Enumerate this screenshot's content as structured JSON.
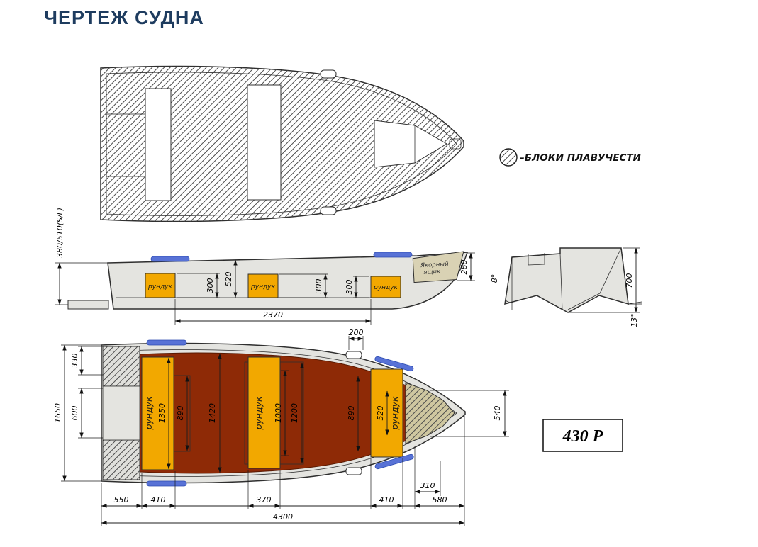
{
  "page": {
    "title": "ЧЕРТЕЖ СУДНА"
  },
  "legend": {
    "label": "–БЛОКИ ПЛАВУЧЕСТИ"
  },
  "badge": {
    "model": "430 Р"
  },
  "colors": {
    "title": "#1e3c5f",
    "deck_red": "#8e2a06",
    "locker_orange": "#f2a800",
    "handle_blue": "#5872d6",
    "anchor_beige": "#d9d2b4",
    "hull_gray": "#e4e4e0"
  },
  "top_view": {
    "transom_height": "380/510(S/L)"
  },
  "side_view": {
    "lockers": [
      "рундук",
      "рундук",
      "рундук"
    ],
    "anchor_box": {
      "line1": "Якорный",
      "line2": "ящик"
    },
    "dims": {
      "locker1_h": "300",
      "cockpit_depth": "520",
      "locker2_h": "300",
      "locker3_h": "300",
      "anchor_h": "260",
      "cockpit_len": "2370"
    }
  },
  "transom_view": {
    "dims": {
      "rake": "8°",
      "height": "700",
      "deadrise": "13°"
    }
  },
  "plan_view": {
    "lockers": [
      "рундук",
      "рундук",
      "рундук"
    ],
    "dims": {
      "block_len": "330",
      "well_len": "600",
      "beam": "1650",
      "locker1_len": "1350",
      "seat1_len": "890",
      "cockpit_w1": "1420",
      "seat2_len": "1000",
      "locker2_len": "1200",
      "cockpit_w2": "890",
      "locker3_w": "520",
      "bow_w": "540",
      "cleat_len": "200",
      "bow_len": "310",
      "seg1": "550",
      "seg2": "410",
      "seg3": "370",
      "seg4": "410",
      "seg5": "580",
      "total_len": "4300"
    }
  }
}
